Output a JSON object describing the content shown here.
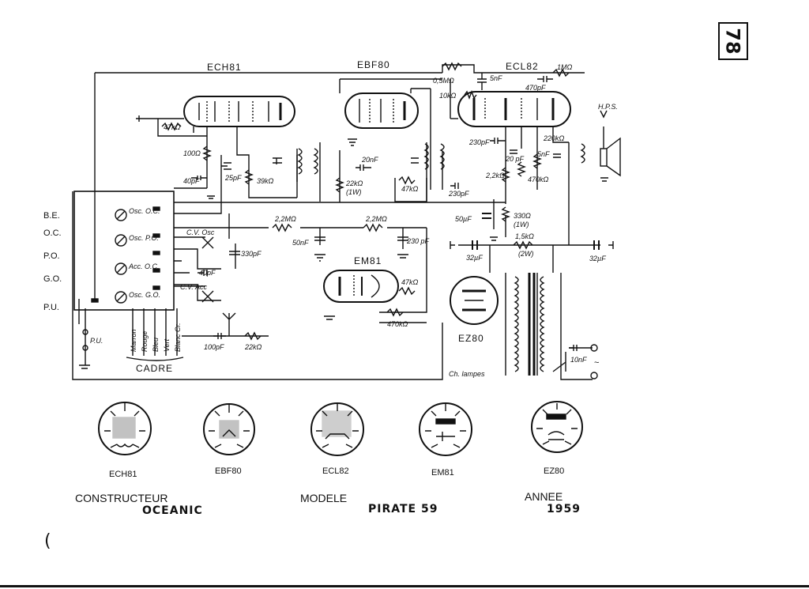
{
  "page_number": "78",
  "tubes": {
    "ech81": "ECH81",
    "ebf80": "EBF80",
    "ecl82": "ECL82",
    "em81": "EM81",
    "ez80": "EZ80"
  },
  "bands": [
    "B.E.",
    "O.C.",
    "P.O.",
    "G.O.",
    "P.U."
  ],
  "osc_labels": [
    "Osc. O.C.",
    "Osc. P.O.",
    "Acc. O.C.",
    "Osc. G.O."
  ],
  "components": {
    "r_47k": "47kΩ",
    "r_100": "100Ω",
    "c_40pf": "40pF",
    "c_25pf": "25pF",
    "r_39k": "39kΩ",
    "c_20nf": "20nF",
    "r_22k": "22kΩ",
    "r_22k_1w": "(1W)",
    "r_47k_b": "47kΩ",
    "c_230pf_a": "230pF",
    "pot_05m": "0,5MΩ",
    "r_10k": "10kΩ",
    "c_5nf": "5nF",
    "c_470pf": "470pF",
    "r_1m": "1MΩ",
    "hps": "H.P.S.",
    "c_230pf_b": "230pF",
    "c_20pf": "20 pF",
    "r_220k": "220kΩ",
    "r_2_2k": "2,2kΩ",
    "r_470k": "470kΩ",
    "c_5nf_b": "5nF",
    "c_50uf": "50µF",
    "r_330": "330Ω",
    "r_330_1w": "(1W)",
    "r_2_2m_a": "2,2MΩ",
    "r_2_2m_b": "2,2MΩ",
    "c_50nf": "50nF",
    "c_230pf_c": "230 pF",
    "cv_osc": "C.V. Osc",
    "c_330pf": "330pF",
    "c_40pf_b": "40pF",
    "cv_acc": "C.V. Acc",
    "r_1_5k": "1,5kΩ",
    "r_2w": "(2W)",
    "c_32uf_a": "32µF",
    "c_32uf_b": "32µF",
    "r_47k_c": "47kΩ",
    "r_470k_b": "470kΩ",
    "c_100pf": "100pF",
    "r_22k_b": "22kΩ",
    "c_10nf": "10nF",
    "pu": "P.U.",
    "ch_lampes": "Ch. lampes",
    "sector": "~"
  },
  "cadre": {
    "title": "CADRE",
    "wires": [
      "Marron",
      "Rouge",
      "Bleu",
      "Vert",
      "Blanc Cr."
    ]
  },
  "footer": {
    "constructeur_label": "CONSTRUCTEUR",
    "constructeur_value": "OCEANIC",
    "modele_label": "MODELE",
    "modele_value": "PIRATE 59",
    "annee_label": "ANNEE",
    "annee_value": "1959"
  }
}
